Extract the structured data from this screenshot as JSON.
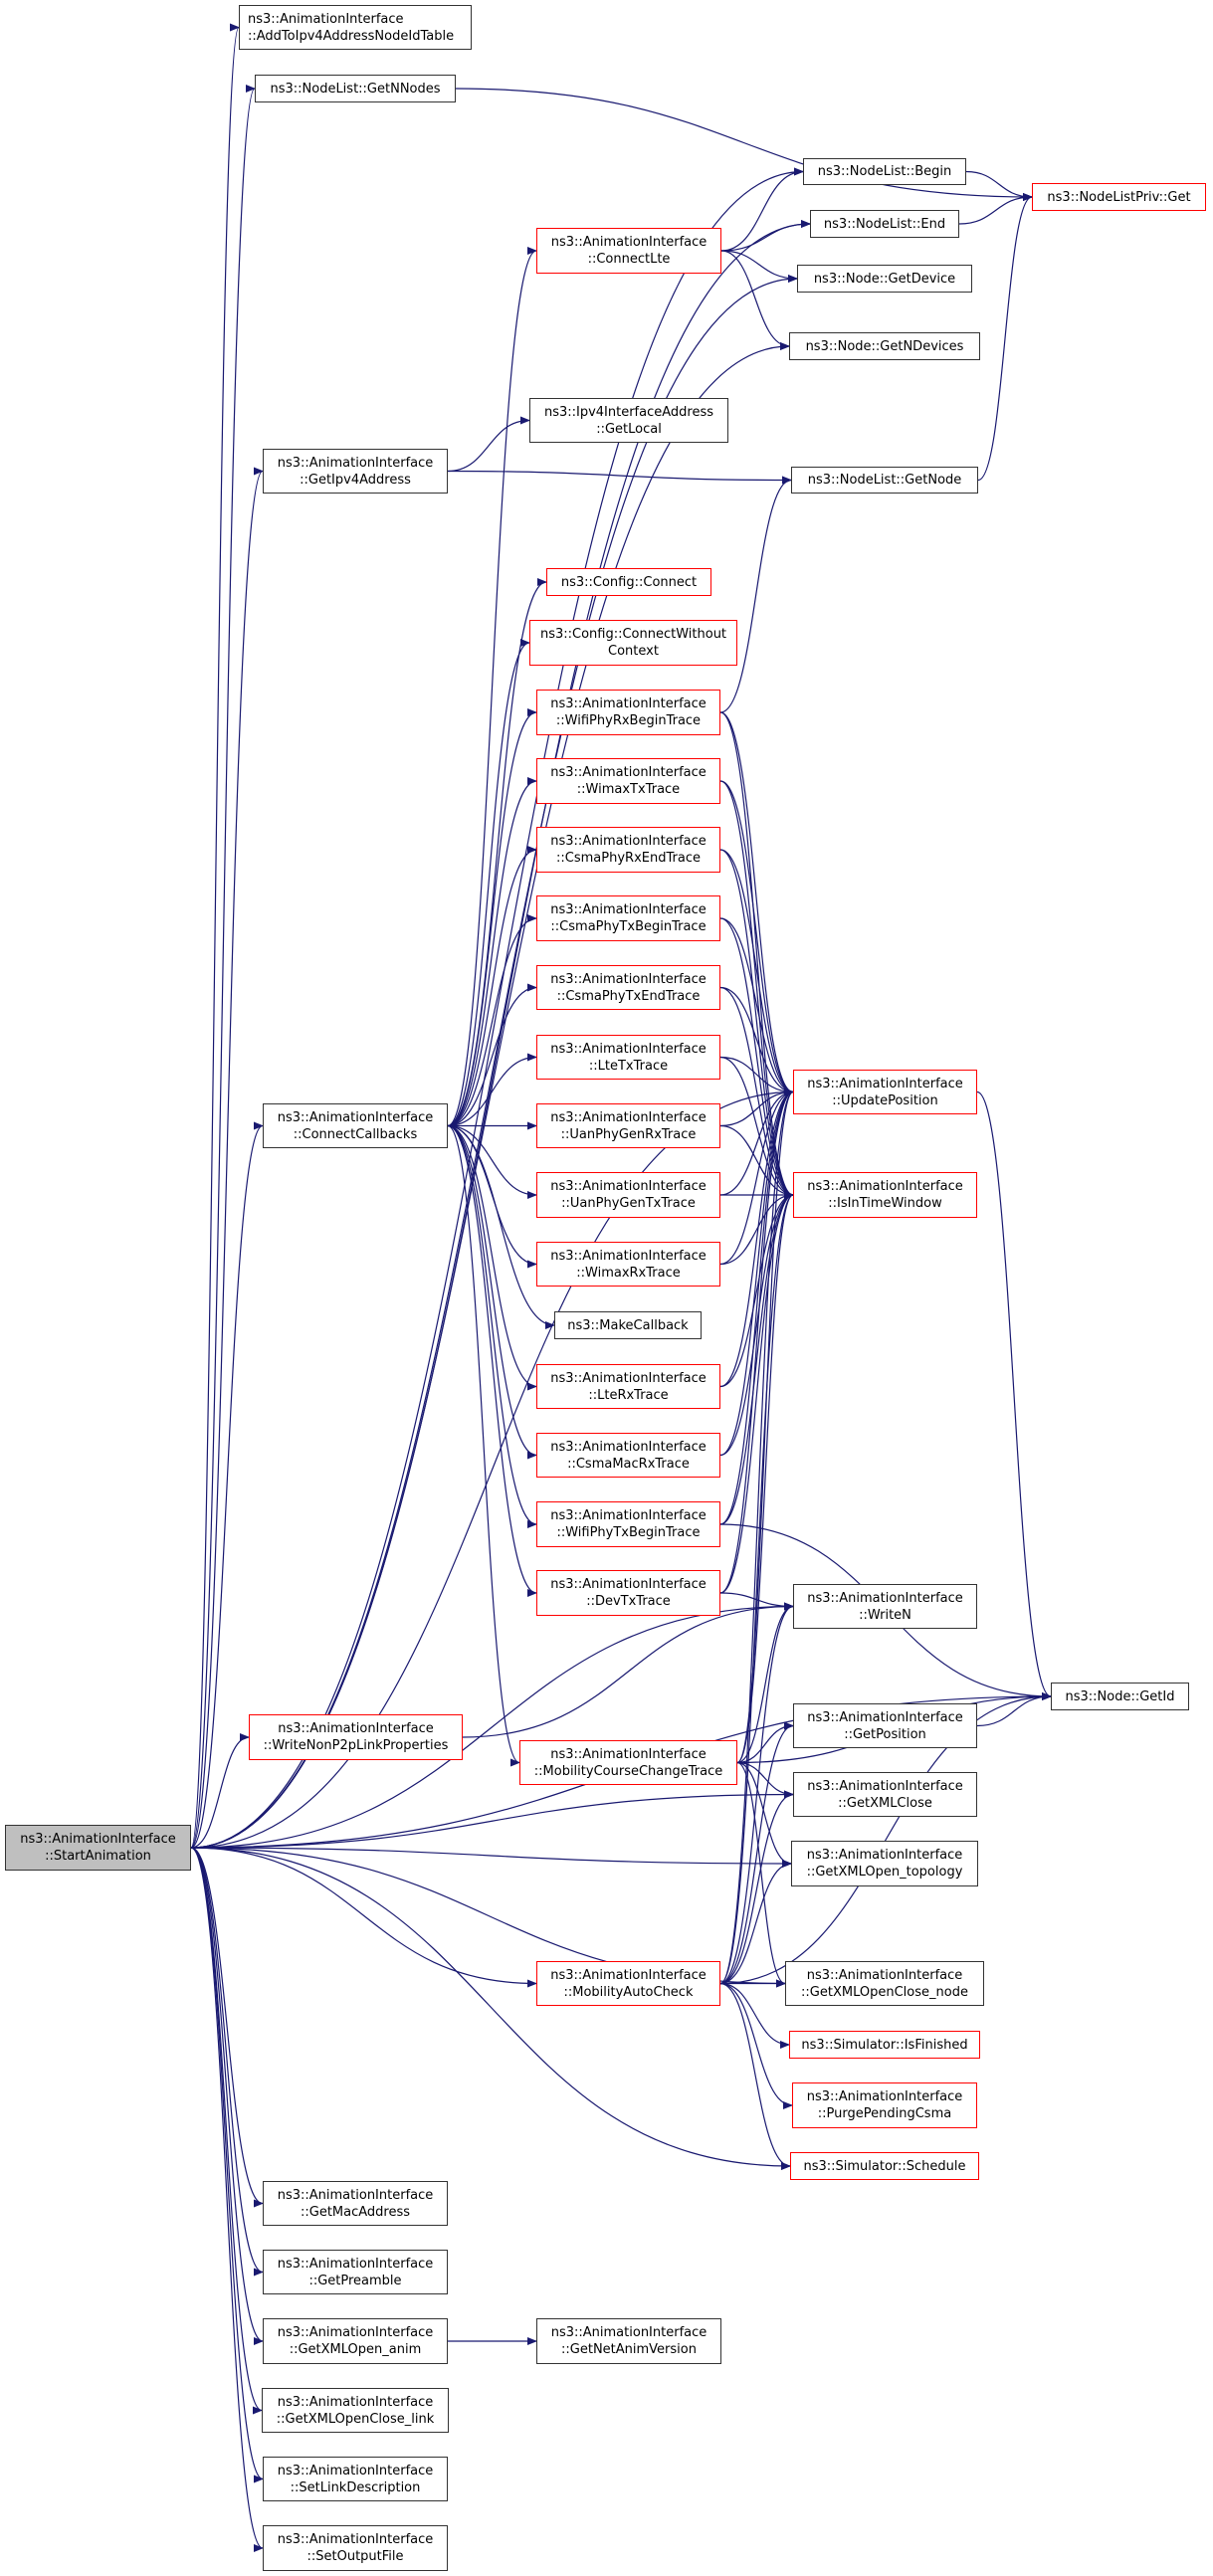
{
  "title": "Call graph for ns3::AnimationInterface::StartAnimation",
  "colors": {
    "edge": "#191970",
    "node_border": "#333333",
    "node_border_undocumented": "#ff0000",
    "root_fill": "#bfbfbf"
  },
  "nodes": [
    {
      "id": "start",
      "lines": [
        "ns3::AnimationInterface",
        "::StartAnimation"
      ],
      "style": "root"
    },
    {
      "id": "addtoipv4",
      "lines": [
        "ns3::AnimationInterface",
        "::AddToIpv4AddressNodeIdTable"
      ],
      "style": "normal"
    },
    {
      "id": "getnnodes",
      "lines": [
        "ns3::NodeList::GetNNodes"
      ],
      "style": "normal"
    },
    {
      "id": "begin",
      "lines": [
        "ns3::NodeList::Begin"
      ],
      "style": "normal"
    },
    {
      "id": "end",
      "lines": [
        "ns3::NodeList::End"
      ],
      "style": "normal"
    },
    {
      "id": "nodelistpriv",
      "lines": [
        "ns3::NodeListPriv::Get"
      ],
      "style": "red"
    },
    {
      "id": "connectlte",
      "lines": [
        "ns3::AnimationInterface",
        "::ConnectLte"
      ],
      "style": "red"
    },
    {
      "id": "getdevice",
      "lines": [
        "ns3::Node::GetDevice"
      ],
      "style": "normal"
    },
    {
      "id": "getndevices",
      "lines": [
        "ns3::Node::GetNDevices"
      ],
      "style": "normal"
    },
    {
      "id": "getlocal",
      "lines": [
        "ns3::Ipv4InterfaceAddress",
        "::GetLocal"
      ],
      "style": "normal"
    },
    {
      "id": "getipv4",
      "lines": [
        "ns3::AnimationInterface",
        "::GetIpv4Address"
      ],
      "style": "normal"
    },
    {
      "id": "getnode",
      "lines": [
        "ns3::NodeList::GetNode"
      ],
      "style": "normal"
    },
    {
      "id": "cfgconnect",
      "lines": [
        "ns3::Config::Connect"
      ],
      "style": "red"
    },
    {
      "id": "cfgconnectwc",
      "lines": [
        "ns3::Config::ConnectWithout",
        "Context"
      ],
      "style": "red"
    },
    {
      "id": "wifirxbegin",
      "lines": [
        "ns3::AnimationInterface",
        "::WifiPhyRxBeginTrace"
      ],
      "style": "red"
    },
    {
      "id": "wimaxtx",
      "lines": [
        "ns3::AnimationInterface",
        "::WimaxTxTrace"
      ],
      "style": "red"
    },
    {
      "id": "csmarxend",
      "lines": [
        "ns3::AnimationInterface",
        "::CsmaPhyRxEndTrace"
      ],
      "style": "red"
    },
    {
      "id": "csmatxbegin",
      "lines": [
        "ns3::AnimationInterface",
        "::CsmaPhyTxBeginTrace"
      ],
      "style": "red"
    },
    {
      "id": "csmatxend",
      "lines": [
        "ns3::AnimationInterface",
        "::CsmaPhyTxEndTrace"
      ],
      "style": "red"
    },
    {
      "id": "ltetx",
      "lines": [
        "ns3::AnimationInterface",
        "::LteTxTrace"
      ],
      "style": "red"
    },
    {
      "id": "uanrx",
      "lines": [
        "ns3::AnimationInterface",
        "::UanPhyGenRxTrace"
      ],
      "style": "red"
    },
    {
      "id": "uantx",
      "lines": [
        "ns3::AnimationInterface",
        "::UanPhyGenTxTrace"
      ],
      "style": "red"
    },
    {
      "id": "wimaxrx",
      "lines": [
        "ns3::AnimationInterface",
        "::WimaxRxTrace"
      ],
      "style": "red"
    },
    {
      "id": "makecallback",
      "lines": [
        "ns3::MakeCallback"
      ],
      "style": "normal"
    },
    {
      "id": "lterx",
      "lines": [
        "ns3::AnimationInterface",
        "::LteRxTrace"
      ],
      "style": "red"
    },
    {
      "id": "csmamacrx",
      "lines": [
        "ns3::AnimationInterface",
        "::CsmaMacRxTrace"
      ],
      "style": "red"
    },
    {
      "id": "wifitxbegin",
      "lines": [
        "ns3::AnimationInterface",
        "::WifiPhyTxBeginTrace"
      ],
      "style": "red"
    },
    {
      "id": "devtx",
      "lines": [
        "ns3::AnimationInterface",
        "::DevTxTrace"
      ],
      "style": "red"
    },
    {
      "id": "connectcallbacks",
      "lines": [
        "ns3::AnimationInterface",
        "::ConnectCallbacks"
      ],
      "style": "normal"
    },
    {
      "id": "updatepos",
      "lines": [
        "ns3::AnimationInterface",
        "::UpdatePosition"
      ],
      "style": "red"
    },
    {
      "id": "isintime",
      "lines": [
        "ns3::AnimationInterface",
        "::IsInTimeWindow"
      ],
      "style": "red"
    },
    {
      "id": "writen",
      "lines": [
        "ns3::AnimationInterface",
        "::WriteN"
      ],
      "style": "normal"
    },
    {
      "id": "getid",
      "lines": [
        "ns3::Node::GetId"
      ],
      "style": "normal"
    },
    {
      "id": "writenonp2p",
      "lines": [
        "ns3::AnimationInterface",
        "::WriteNonP2pLinkProperties"
      ],
      "style": "red"
    },
    {
      "id": "mobilitycourse",
      "lines": [
        "ns3::AnimationInterface",
        "::MobilityCourseChangeTrace"
      ],
      "style": "red"
    },
    {
      "id": "getposition",
      "lines": [
        "ns3::AnimationInterface",
        "::GetPosition"
      ],
      "style": "normal"
    },
    {
      "id": "getxmlclose",
      "lines": [
        "ns3::AnimationInterface",
        "::GetXMLClose"
      ],
      "style": "normal"
    },
    {
      "id": "getxmlopentopo",
      "lines": [
        "ns3::AnimationInterface",
        "::GetXMLOpen_topology"
      ],
      "style": "normal"
    },
    {
      "id": "mobilityauto",
      "lines": [
        "ns3::AnimationInterface",
        "::MobilityAutoCheck"
      ],
      "style": "red"
    },
    {
      "id": "getxmlnode",
      "lines": [
        "ns3::AnimationInterface",
        "::GetXMLOpenClose_node"
      ],
      "style": "normal"
    },
    {
      "id": "isfinished",
      "lines": [
        "ns3::Simulator::IsFinished"
      ],
      "style": "red"
    },
    {
      "id": "purgecsma",
      "lines": [
        "ns3::AnimationInterface",
        "::PurgePendingCsma"
      ],
      "style": "red"
    },
    {
      "id": "schedule",
      "lines": [
        "ns3::Simulator::Schedule"
      ],
      "style": "red"
    },
    {
      "id": "getmac",
      "lines": [
        "ns3::AnimationInterface",
        "::GetMacAddress"
      ],
      "style": "normal"
    },
    {
      "id": "getpreamble",
      "lines": [
        "ns3::AnimationInterface",
        "::GetPreamble"
      ],
      "style": "normal"
    },
    {
      "id": "getxmlanim",
      "lines": [
        "ns3::AnimationInterface",
        "::GetXMLOpen_anim"
      ],
      "style": "normal"
    },
    {
      "id": "getnetanim",
      "lines": [
        "ns3::AnimationInterface",
        "::GetNetAnimVersion"
      ],
      "style": "normal"
    },
    {
      "id": "getxmllink",
      "lines": [
        "ns3::AnimationInterface",
        "::GetXMLOpenClose_link"
      ],
      "style": "normal"
    },
    {
      "id": "setlinkdesc",
      "lines": [
        "ns3::AnimationInterface",
        "::SetLinkDescription"
      ],
      "style": "normal"
    },
    {
      "id": "setoutput",
      "lines": [
        "ns3::AnimationInterface",
        "::SetOutputFile"
      ],
      "style": "normal"
    }
  ],
  "edges": [
    [
      "start",
      "addtoipv4"
    ],
    [
      "start",
      "getnnodes"
    ],
    [
      "start",
      "begin"
    ],
    [
      "start",
      "end"
    ],
    [
      "start",
      "getdevice"
    ],
    [
      "start",
      "getndevices"
    ],
    [
      "start",
      "getipv4"
    ],
    [
      "start",
      "updatepos"
    ],
    [
      "start",
      "connectcallbacks"
    ],
    [
      "start",
      "writen"
    ],
    [
      "start",
      "writenonp2p"
    ],
    [
      "start",
      "getxmlclose"
    ],
    [
      "start",
      "getxmlopentopo"
    ],
    [
      "start",
      "mobilityauto"
    ],
    [
      "start",
      "getxmlnode"
    ],
    [
      "start",
      "schedule"
    ],
    [
      "start",
      "getid"
    ],
    [
      "start",
      "getmac"
    ],
    [
      "start",
      "getpreamble"
    ],
    [
      "start",
      "getxmlanim"
    ],
    [
      "start",
      "getxmllink"
    ],
    [
      "start",
      "setlinkdesc"
    ],
    [
      "start",
      "setoutput"
    ],
    [
      "getnnodes",
      "nodelistpriv"
    ],
    [
      "begin",
      "nodelistpriv"
    ],
    [
      "end",
      "nodelistpriv"
    ],
    [
      "getnode",
      "nodelistpriv"
    ],
    [
      "connectlte",
      "begin"
    ],
    [
      "connectlte",
      "end"
    ],
    [
      "connectlte",
      "getdevice"
    ],
    [
      "connectlte",
      "getndevices"
    ],
    [
      "getipv4",
      "getlocal"
    ],
    [
      "getipv4",
      "getnode"
    ],
    [
      "connectcallbacks",
      "connectlte"
    ],
    [
      "connectcallbacks",
      "cfgconnect"
    ],
    [
      "connectcallbacks",
      "cfgconnectwc"
    ],
    [
      "connectcallbacks",
      "wifirxbegin"
    ],
    [
      "connectcallbacks",
      "wimaxtx"
    ],
    [
      "connectcallbacks",
      "csmarxend"
    ],
    [
      "connectcallbacks",
      "csmatxbegin"
    ],
    [
      "connectcallbacks",
      "csmatxend"
    ],
    [
      "connectcallbacks",
      "ltetx"
    ],
    [
      "connectcallbacks",
      "uanrx"
    ],
    [
      "connectcallbacks",
      "uantx"
    ],
    [
      "connectcallbacks",
      "wimaxrx"
    ],
    [
      "connectcallbacks",
      "makecallback"
    ],
    [
      "connectcallbacks",
      "lterx"
    ],
    [
      "connectcallbacks",
      "csmamacrx"
    ],
    [
      "connectcallbacks",
      "wifitxbegin"
    ],
    [
      "connectcallbacks",
      "devtx"
    ],
    [
      "connectcallbacks",
      "mobilitycourse"
    ],
    [
      "wifirxbegin",
      "getnode"
    ],
    [
      "wifirxbegin",
      "updatepos"
    ],
    [
      "wifirxbegin",
      "isintime"
    ],
    [
      "wimaxtx",
      "updatepos"
    ],
    [
      "wimaxtx",
      "isintime"
    ],
    [
      "csmarxend",
      "updatepos"
    ],
    [
      "csmarxend",
      "isintime"
    ],
    [
      "csmatxbegin",
      "updatepos"
    ],
    [
      "csmatxbegin",
      "isintime"
    ],
    [
      "csmatxend",
      "updatepos"
    ],
    [
      "csmatxend",
      "isintime"
    ],
    [
      "ltetx",
      "updatepos"
    ],
    [
      "ltetx",
      "isintime"
    ],
    [
      "uanrx",
      "updatepos"
    ],
    [
      "uanrx",
      "isintime"
    ],
    [
      "uantx",
      "updatepos"
    ],
    [
      "uantx",
      "isintime"
    ],
    [
      "wimaxrx",
      "updatepos"
    ],
    [
      "wimaxrx",
      "isintime"
    ],
    [
      "lterx",
      "updatepos"
    ],
    [
      "lterx",
      "isintime"
    ],
    [
      "csmamacrx",
      "updatepos"
    ],
    [
      "csmamacrx",
      "isintime"
    ],
    [
      "wifitxbegin",
      "updatepos"
    ],
    [
      "wifitxbegin",
      "isintime"
    ],
    [
      "wifitxbegin",
      "getid"
    ],
    [
      "devtx",
      "writen"
    ],
    [
      "devtx",
      "updatepos"
    ],
    [
      "devtx",
      "isintime"
    ],
    [
      "updatepos",
      "getid"
    ],
    [
      "writenonp2p",
      "writen"
    ],
    [
      "getposition",
      "getid"
    ],
    [
      "mobilitycourse",
      "writen"
    ],
    [
      "mobilitycourse",
      "getid"
    ],
    [
      "mobilitycourse",
      "getposition"
    ],
    [
      "mobilitycourse",
      "getxmlclose"
    ],
    [
      "mobilitycourse",
      "getxmlopentopo"
    ],
    [
      "mobilitycourse",
      "getxmlnode"
    ],
    [
      "mobilitycourse",
      "updatepos"
    ],
    [
      "mobilitycourse",
      "isintime"
    ],
    [
      "mobilityauto",
      "writen"
    ],
    [
      "mobilityauto",
      "getid"
    ],
    [
      "mobilityauto",
      "getposition"
    ],
    [
      "mobilityauto",
      "getxmlclose"
    ],
    [
      "mobilityauto",
      "getxmlopentopo"
    ],
    [
      "mobilityauto",
      "getxmlnode"
    ],
    [
      "mobilityauto",
      "isfinished"
    ],
    [
      "mobilityauto",
      "purgecsma"
    ],
    [
      "mobilityauto",
      "schedule"
    ],
    [
      "mobilityauto",
      "updatepos"
    ],
    [
      "mobilityauto",
      "isintime"
    ],
    [
      "getxmlanim",
      "getnetanim"
    ]
  ]
}
